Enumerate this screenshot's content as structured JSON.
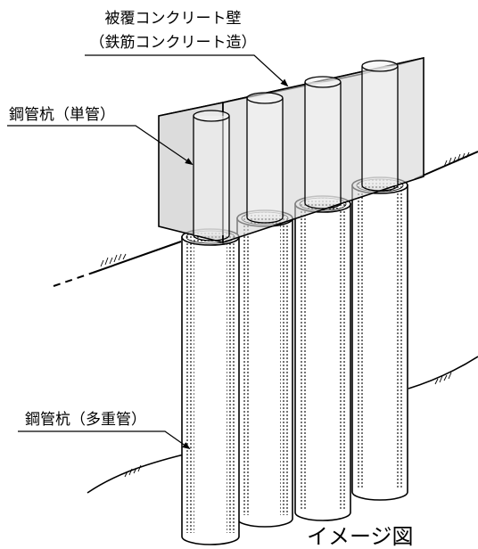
{
  "labels": {
    "wall_line1": "被覆コンクリート壁",
    "wall_line2": "（鉄筋コンクリート造）",
    "pile_single": "鋼管杭（単管）",
    "pile_multi": "鋼管杭（多重管）",
    "caption": "イメージ図"
  },
  "colors": {
    "wall_fill": "#d2d2d2",
    "wall_top": "#e6e6e6",
    "wall_side": "#bcbcbc",
    "line": "#000000",
    "pipe_fill": "#ffffff"
  }
}
